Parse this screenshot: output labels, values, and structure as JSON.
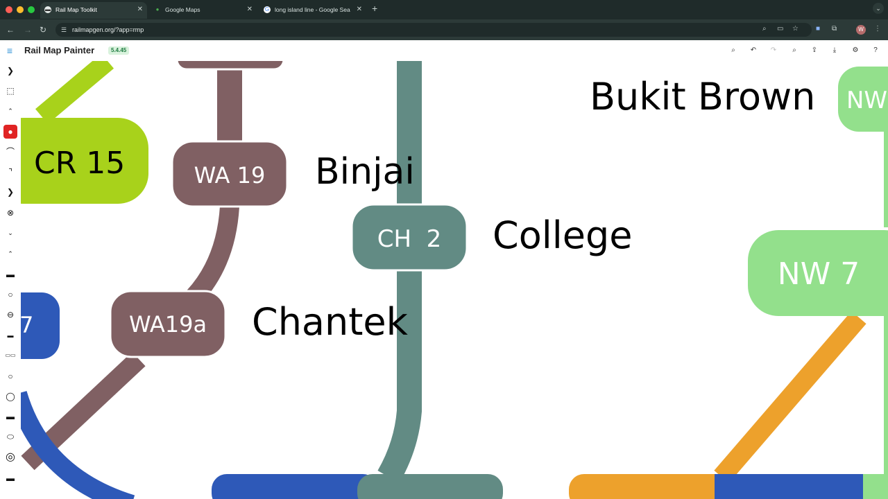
{
  "browser": {
    "tabs": [
      {
        "title": "Rail Map Toolkit",
        "active": true
      },
      {
        "title": "Google Maps",
        "active": false
      },
      {
        "title": "long island line - Google Sea",
        "active": false
      }
    ],
    "url": "railmapgen.org/?app=rmp"
  },
  "app": {
    "title": "Rail Map Painter",
    "version": "5.4.45"
  },
  "colors": {
    "lime": "#a8d21b",
    "brown": "#806063",
    "teal": "#628b84",
    "green": "#93e08c",
    "blue": "#2e59b8",
    "orange": "#eda12c"
  },
  "map": {
    "stations": [
      {
        "code": "CR 15",
        "name": ""
      },
      {
        "code": "WA 19",
        "name": "Binjai"
      },
      {
        "code": "WA19a",
        "name": "Chantek"
      },
      {
        "code": "CH  2",
        "name": "College"
      },
      {
        "code": "NW 7",
        "name": ""
      },
      {
        "code": "NW",
        "name": ""
      },
      {
        "code": "7",
        "name": ""
      }
    ],
    "standalone_names": [
      "Bukit Brown"
    ]
  }
}
